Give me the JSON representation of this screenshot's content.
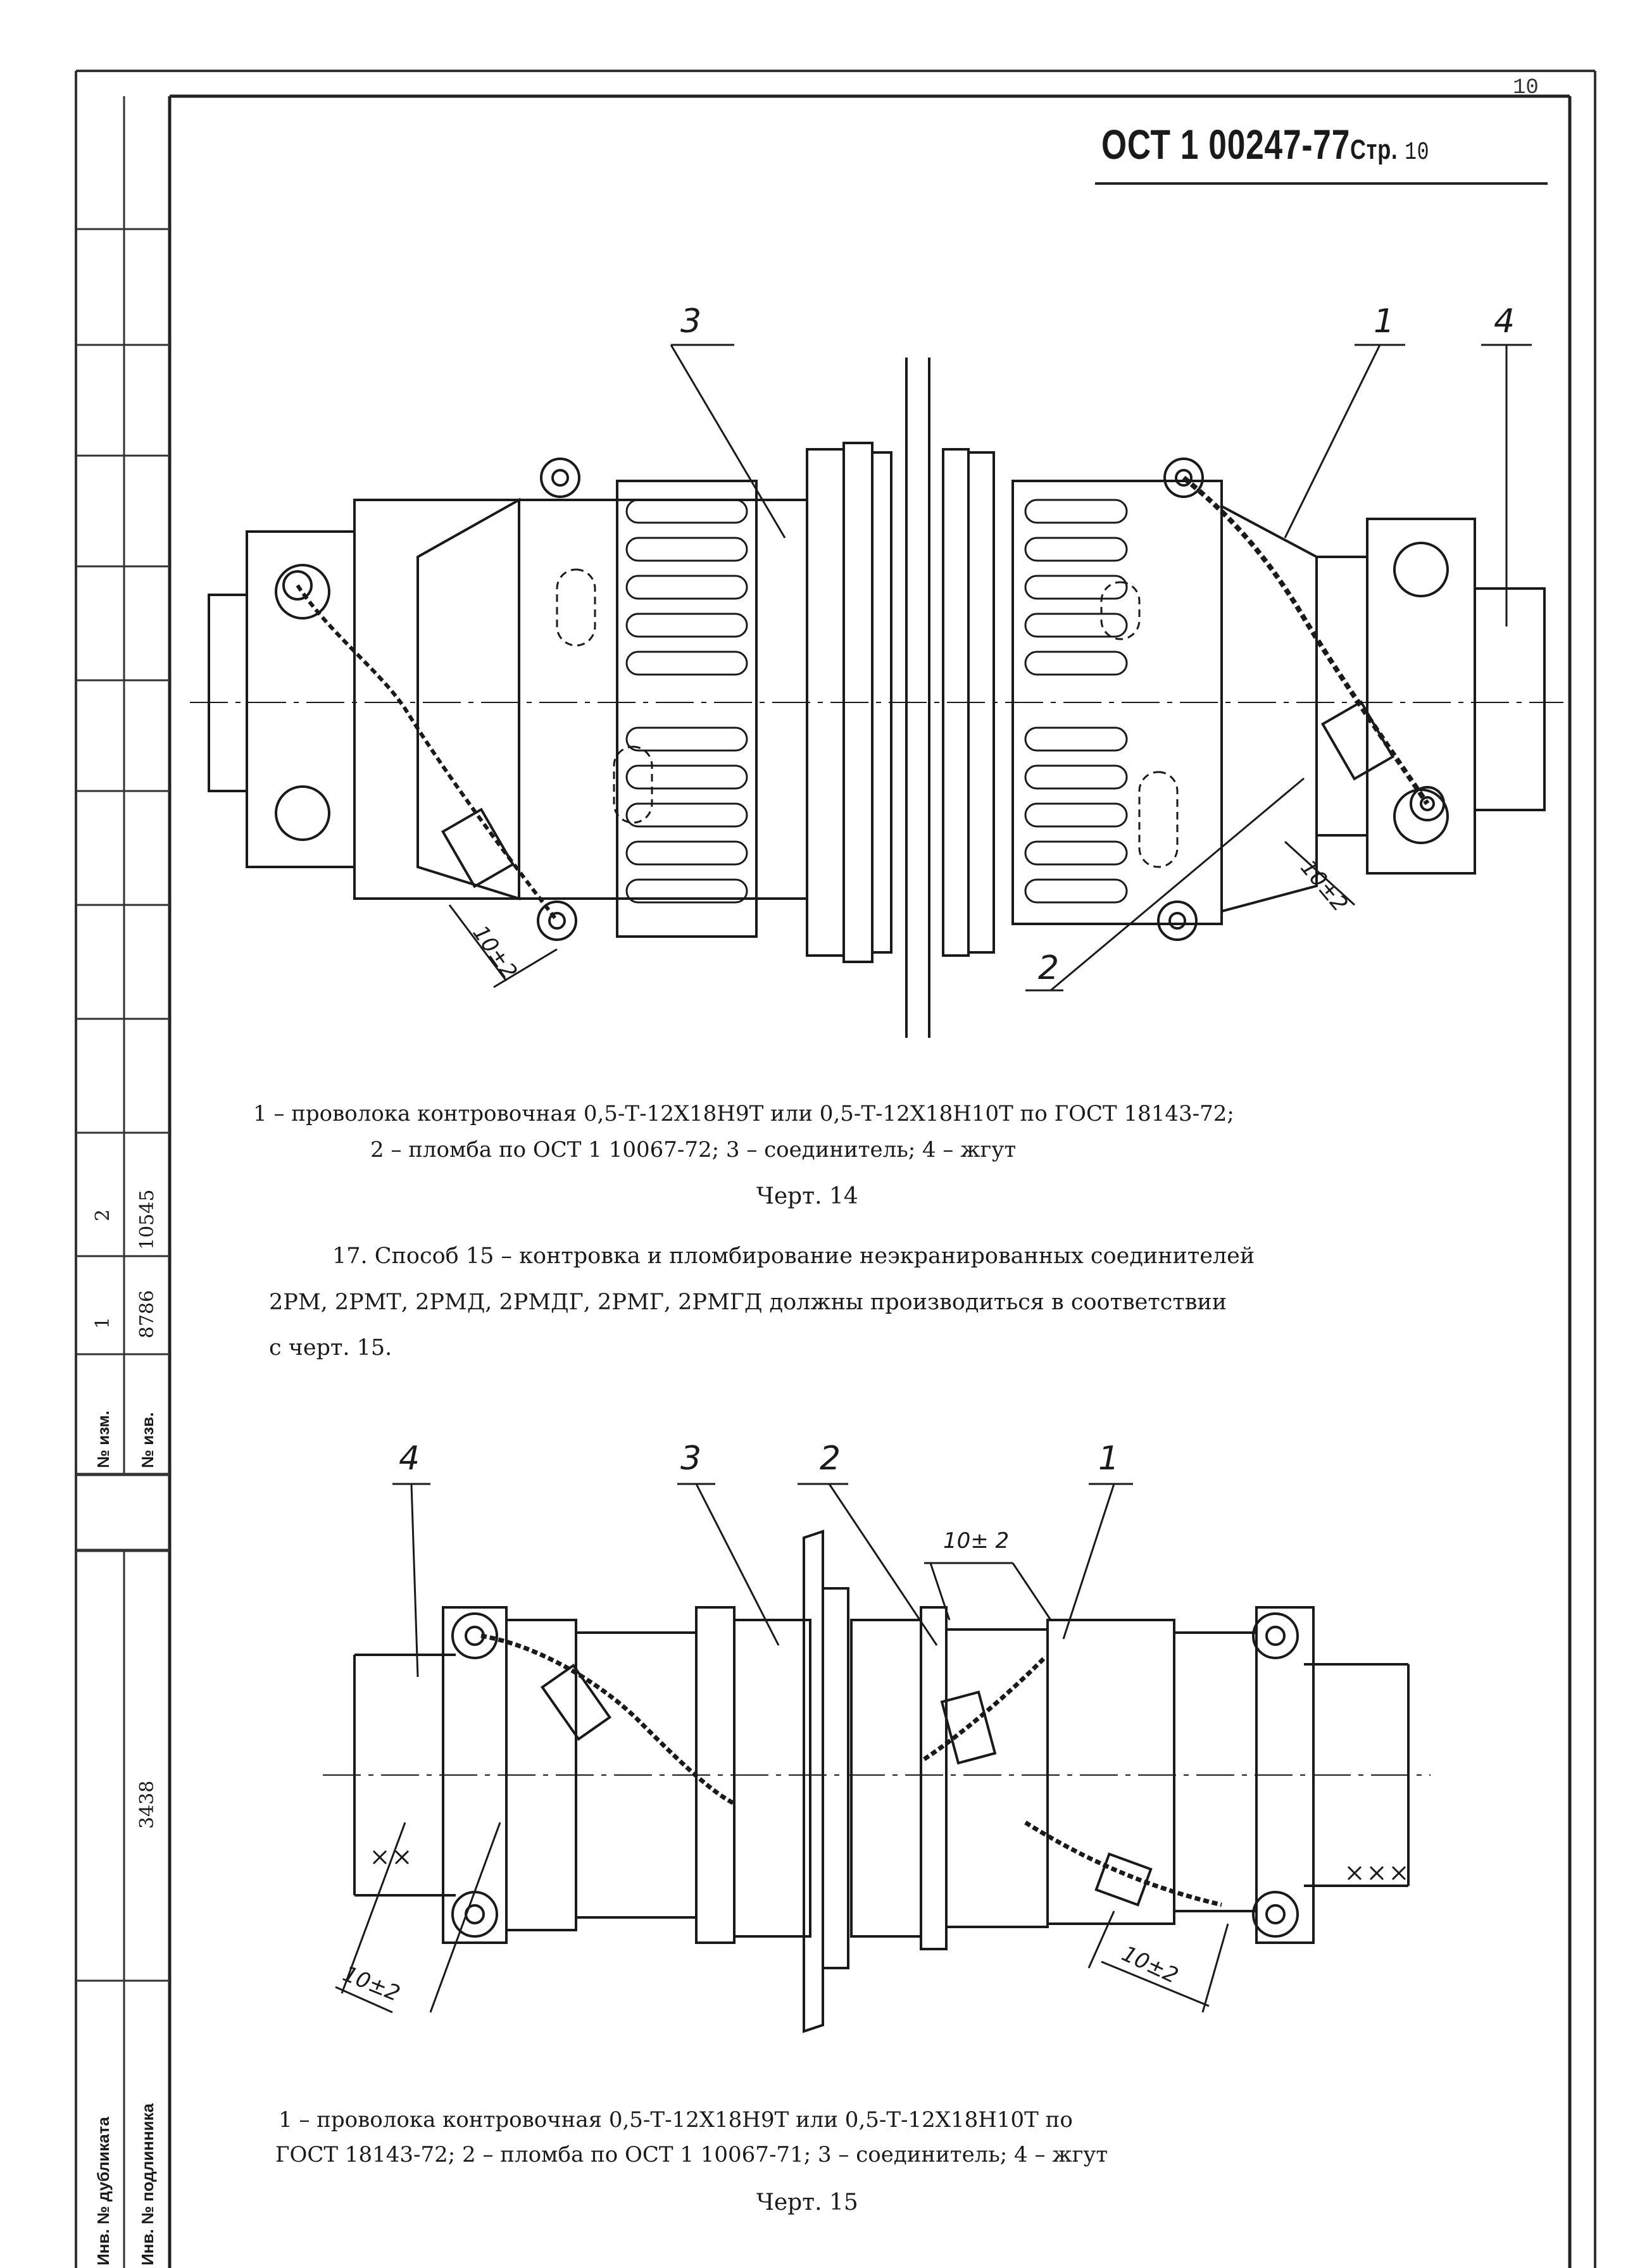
{
  "page_number_corner": "10",
  "header": {
    "standard_prefix": "ОСТ 1 00247-77",
    "page_label": "Стр.",
    "page_number": "10"
  },
  "sidebar": {
    "change_label": "№ изм.",
    "notice_label": "№ изв.",
    "changes": [
      "1",
      "2"
    ],
    "notices": [
      "8786",
      "10545"
    ],
    "duplicate_label": "Инв. № дубликата",
    "original_label": "Инв. № подлинника",
    "original_number": "3438"
  },
  "figure14": {
    "callouts": [
      "1",
      "2",
      "3",
      "4"
    ],
    "dimension_left": "10±2",
    "dimension_right": "10±2",
    "caption_line1": "1 – проволока контровочная 0,5-Т-12Х18Н9Т или 0,5-Т-12Х18Н10Т по ГОСТ 18143-72;",
    "caption_line2": "2 – пломба по ОСТ 1 10067-72; 3 – соединитель; 4 – жгут",
    "title": "Черт. 14"
  },
  "paragraph17": {
    "line1": "17. Способ 15 – контровка и пломбирование неэкранированных соединителей",
    "line2": "2РМ, 2РМТ, 2РМД, 2РМДГ, 2РМГ, 2РМГД должны производиться в соответствии",
    "line3": "с черт. 15."
  },
  "figure15": {
    "callouts": [
      "4",
      "3",
      "2",
      "1"
    ],
    "dimension_top": "10± 2",
    "dimension_left": "10±2",
    "dimension_right": "10±2",
    "caption_line1": "1 – проволока контровочная 0,5-Т-12Х18Н9Т или 0,5-Т-12Х18Н10Т по",
    "caption_line2": "ГОСТ 18143-72; 2 – пломба по ОСТ 1 10067-71; 3 – соединитель; 4 – жгут",
    "title": "Черт. 15"
  }
}
